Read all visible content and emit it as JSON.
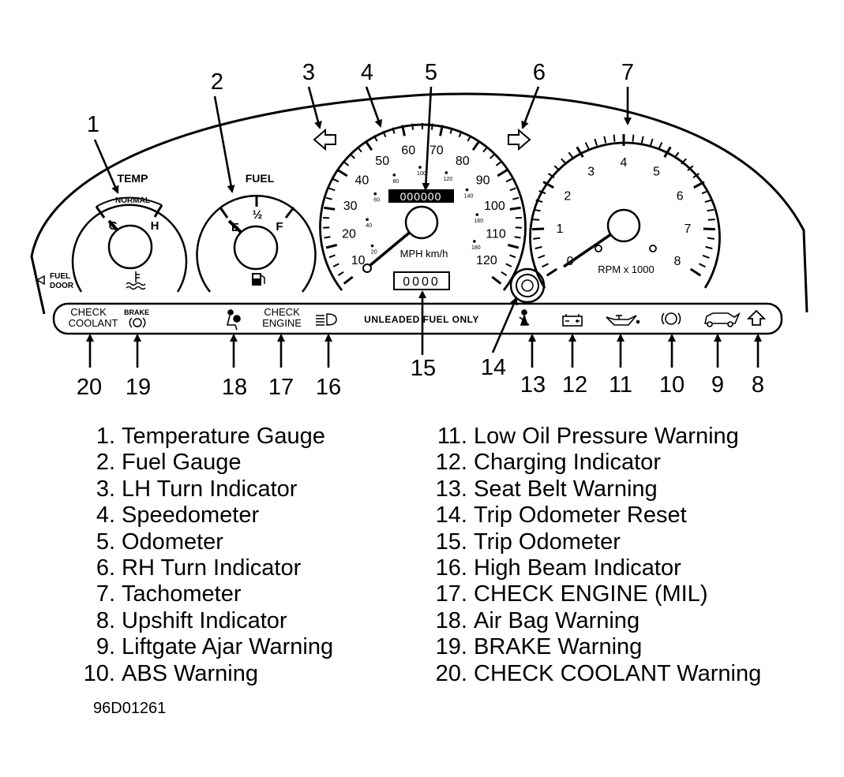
{
  "diagram": {
    "callouts": [
      "1",
      "2",
      "3",
      "4",
      "5",
      "6",
      "7",
      "8",
      "9",
      "10",
      "11",
      "12",
      "13",
      "14",
      "15",
      "16",
      "17",
      "18",
      "19",
      "20"
    ],
    "gauge_text": {
      "temp": "TEMP",
      "normal": "NORMAL",
      "cold": "C",
      "hot": "H",
      "fuel": "FUEL",
      "empty": "E",
      "half": "½",
      "full": "F",
      "fuel_door_1": "FUEL",
      "fuel_door_2": "DOOR",
      "odometer": "000000",
      "trip": "0000",
      "mph_units": "MPH km/h",
      "rpm_units": "RPM x 1000",
      "speed_ticks": [
        "10",
        "20",
        "30",
        "40",
        "50",
        "60",
        "70",
        "80",
        "90",
        "100",
        "110",
        "120"
      ],
      "kmh_ticks": [
        "20",
        "40",
        "60",
        "80",
        "100",
        "120",
        "140",
        "160",
        "180"
      ],
      "rpm_ticks": [
        "0",
        "1",
        "2",
        "3",
        "4",
        "5",
        "6",
        "7",
        "8"
      ]
    },
    "panel_labels": {
      "check_coolant_1": "CHECK",
      "check_coolant_2": "COOLANT",
      "brake": "BRAKE",
      "check_engine_1": "CHECK",
      "check_engine_2": "ENGINE",
      "unleaded": "UNLEADED FUEL ONLY"
    }
  },
  "legend_left": [
    {
      "num": "1.",
      "label": "Temperature Gauge"
    },
    {
      "num": "2.",
      "label": "Fuel Gauge"
    },
    {
      "num": "3.",
      "label": "LH Turn Indicator"
    },
    {
      "num": "4.",
      "label": "Speedometer"
    },
    {
      "num": "5.",
      "label": "Odometer"
    },
    {
      "num": "6.",
      "label": "RH Turn Indicator"
    },
    {
      "num": "7.",
      "label": "Tachometer"
    },
    {
      "num": "8.",
      "label": "Upshift Indicator"
    },
    {
      "num": "9.",
      "label": "Liftgate Ajar Warning"
    },
    {
      "num": "10.",
      "label": "ABS Warning"
    }
  ],
  "legend_right": [
    {
      "num": "11.",
      "label": "Low Oil Pressure Warning"
    },
    {
      "num": "12.",
      "label": "Charging Indicator"
    },
    {
      "num": "13.",
      "label": "Seat Belt Warning"
    },
    {
      "num": "14.",
      "label": "Trip Odometer Reset"
    },
    {
      "num": "15.",
      "label": "Trip Odometer"
    },
    {
      "num": "16.",
      "label": "High Beam Indicator"
    },
    {
      "num": "17.",
      "label": "CHECK ENGINE (MIL)"
    },
    {
      "num": "18.",
      "label": "Air Bag Warning"
    },
    {
      "num": "19.",
      "label": "BRAKE Warning"
    },
    {
      "num": "20.",
      "label": "CHECK COOLANT Warning"
    }
  ],
  "figure_id": "96D01261"
}
